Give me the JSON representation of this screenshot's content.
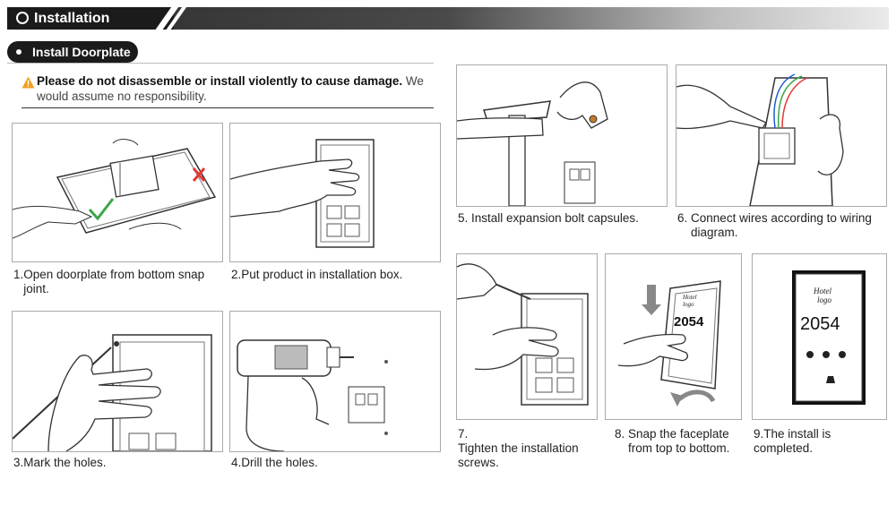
{
  "header": {
    "title": "Installation"
  },
  "section": {
    "title": "Install Doorplate"
  },
  "warning": {
    "icon": "warning-triangle-icon",
    "bold": "Please do not disassemble or install violently to cause damage.",
    "normal": "We would assume no responsibility."
  },
  "steps": [
    {
      "num": "1.",
      "text": "Open doorplate from bottom snap joint."
    },
    {
      "num": "2.",
      "text": "Put product in installation box."
    },
    {
      "num": "3.",
      "text": "Mark the holes."
    },
    {
      "num": "4.",
      "text": "Drill the holes."
    },
    {
      "num": "5.",
      "text": "Install expansion bolt capsules."
    },
    {
      "num": "6.",
      "text": "Connect wires according to wiring diagram."
    },
    {
      "num": "7.",
      "text": "Tighten the installation screws."
    },
    {
      "num": "8.",
      "text": "Snap the faceplate from top to bottom."
    },
    {
      "num": "9.",
      "text": "The install is completed."
    }
  ],
  "faceplate": {
    "logo_line1": "Hotel",
    "logo_line2": "logo",
    "room_number": "2054"
  },
  "colors": {
    "header_dark": "#1b1b1b",
    "warning": "#f0a020",
    "check": "#3aa64a",
    "cross": "#e53935"
  }
}
